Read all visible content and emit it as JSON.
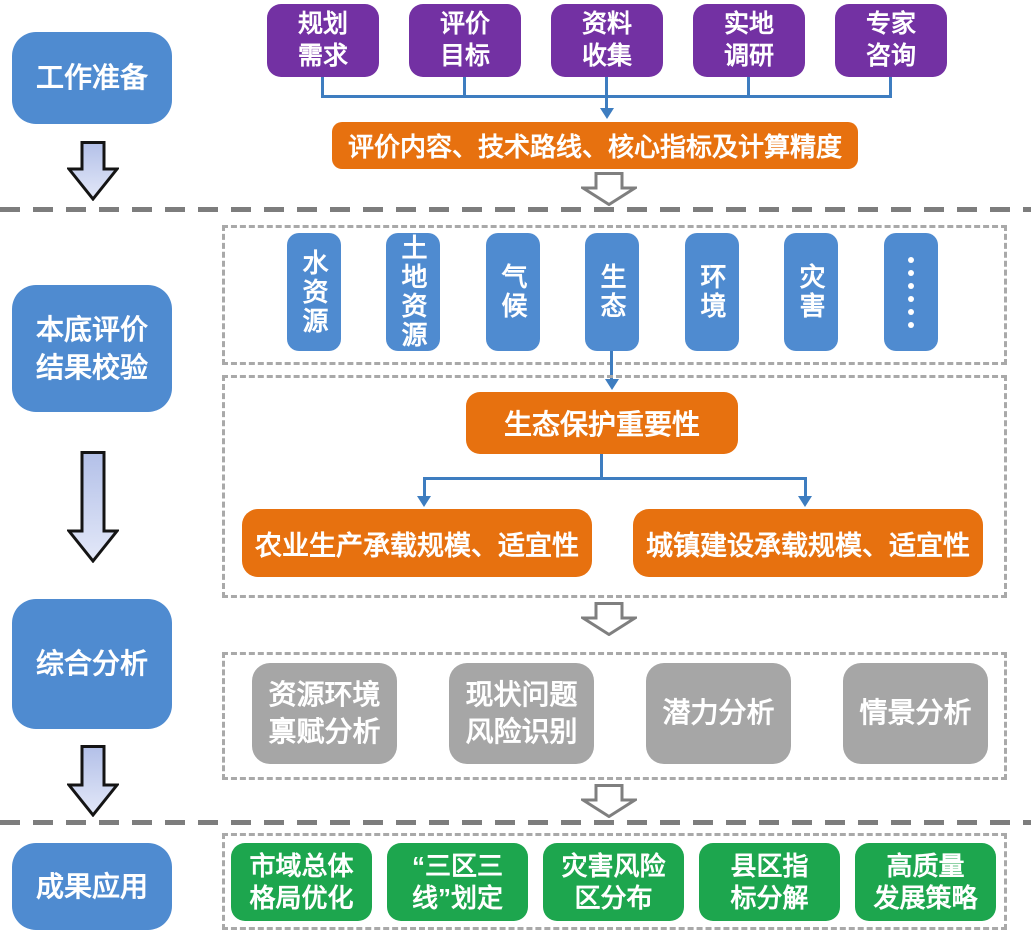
{
  "palette": {
    "stage_blue": "#4f8bd0",
    "purple": "#7331a3",
    "orange": "#e7710f",
    "gray": "#a6a6a6",
    "green": "#1da64e",
    "connector_blue": "#3e7dc0",
    "divider_gray": "#7d7d7d",
    "dashed_border_gray": "#a9a9a9",
    "stage_arrow_fill_top": "#b3c0e8",
    "stage_arrow_fill_bottom": "#e3e8f8",
    "stage_arrow_outline": "#141414",
    "hollow_arrow_gray": "#7f7f7f"
  },
  "stages": {
    "prepare": "工作准备",
    "baseline": "本底评价\n结果校验",
    "analysis": "综合分析",
    "application": "成果应用"
  },
  "prep": {
    "inputs": [
      "规划\n需求",
      "评价\n目标",
      "资料\n收集",
      "实地\n调研",
      "专家\n咨询"
    ],
    "output": "评价内容、技术路线、核心指标及计算精度"
  },
  "baseline": {
    "factors": [
      "水资源",
      "土地资源",
      "气候",
      "生态",
      "环境",
      "灾害"
    ],
    "more_icon": "vertical-ellipsis",
    "eco_importance": "生态保护重要性",
    "carrying": [
      "农业生产承载规模、适宜性",
      "城镇建设承载规模、适宜性"
    ]
  },
  "analysis": {
    "items": [
      "资源环境\n禀赋分析",
      "现状问题\n风险识别",
      "潜力分析",
      "情景分析"
    ]
  },
  "application": {
    "items": [
      "市域总体\n格局优化",
      "“三区三\n线”划定",
      "灾害风险\n区分布",
      "县区指\n标分解",
      "高质量\n发展策略"
    ]
  }
}
